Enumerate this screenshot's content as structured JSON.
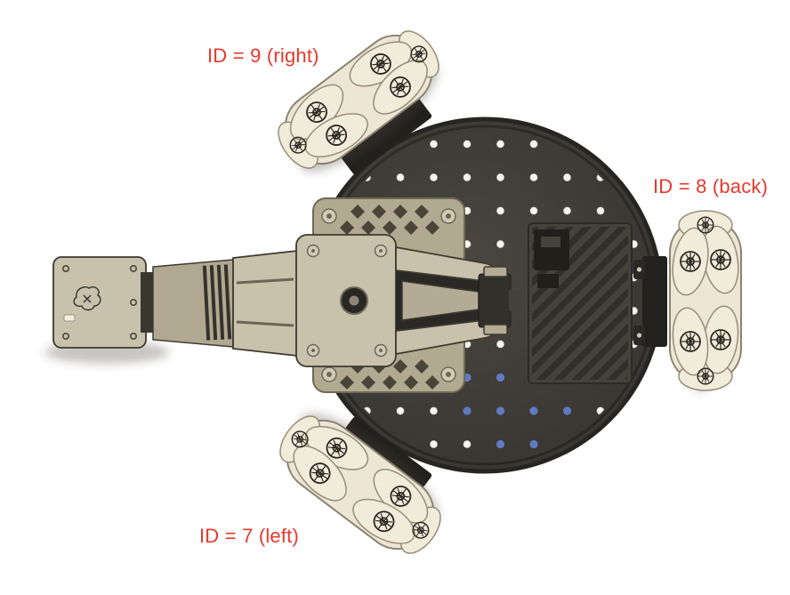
{
  "labels": {
    "wheel_right": "ID = 9 (right)",
    "wheel_back": "ID = 8 (back)",
    "wheel_left": "ID = 7 (left)"
  },
  "colors": {
    "background": "#ffffff",
    "label_text": "#e8382b",
    "base_plate": "#3d3b37",
    "base_plate_edge": "#262522",
    "dot_white": "#f6f4ee",
    "dot_blue": "#5f7ac4",
    "mount_plate": "#b2a991",
    "arm_body": "#c8c1ab",
    "wheel_body": "#ede6d4",
    "electronics_box": "#45423c"
  }
}
